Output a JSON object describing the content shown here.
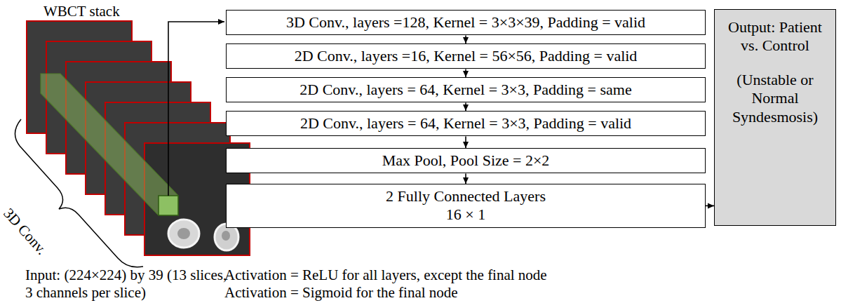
{
  "diagram": {
    "nodes": [
      {
        "text": [
          "3D Conv., layers =128, Kernel = 3×3×39, Padding = valid"
        ]
      },
      {
        "text": [
          "2D Conv., layers =16, Kernel = 56×56, Padding = valid"
        ]
      },
      {
        "text": [
          "2D Conv., layers = 64, Kernel = 3×3, Padding = same"
        ]
      },
      {
        "text": [
          "2D Conv., layers = 64, Kernel = 3×3, Padding = valid"
        ]
      },
      {
        "text": [
          "Max Pool, Pool Size = 2×2"
        ]
      },
      {
        "text": [
          "2 Fully Connected Layers",
          "16 × 1"
        ]
      },
      {
        "text": [
          "Output: Patient vs. Control",
          "(Unstable or Normal Syndesmosis)"
        ]
      }
    ],
    "edges": [
      {
        "from": 0,
        "to": 1,
        "arrow": "to"
      },
      {
        "from": 1,
        "to": 2,
        "arrow": "to"
      },
      {
        "from": 2,
        "to": 3,
        "arrow": "to"
      },
      {
        "from": 3,
        "to": 4,
        "arrow": "to"
      },
      {
        "from": 4,
        "to": 5,
        "arrow": "to"
      },
      {
        "from": 5,
        "to": 6,
        "arrow": "to"
      }
    ],
    "labels": [
      "WBCT stack",
      "3D Conv.",
      "Input: (224×224) by 39 (13 slices, 3 channels per slice)",
      "Activation = ReLU for all layers, except the final node",
      "Activation = Sigmoid for the final node"
    ]
  }
}
